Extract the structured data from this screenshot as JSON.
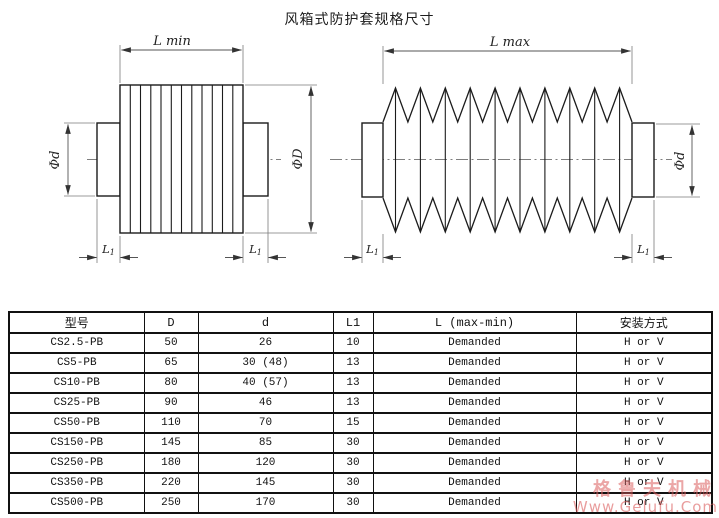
{
  "title": "风箱式防护套规格尺寸",
  "diagram": {
    "compressed": {
      "length_label": "L min",
      "inner_dia_label": "Φd",
      "outer_dia_label": "ΦD"
    },
    "extended": {
      "length_label": "L max",
      "inner_dia_label": "Φd"
    },
    "cuff_label": {
      "base": "L",
      "sub": "1"
    }
  },
  "table": {
    "headers": [
      "型号",
      "D",
      "d",
      "L1",
      "L (max-min)",
      "安装方式"
    ],
    "rows": [
      [
        "CS2.5-PB",
        "50",
        "26",
        "10",
        "Demanded",
        "H or V"
      ],
      [
        "CS5-PB",
        "65",
        "30 (48)",
        "13",
        "Demanded",
        "H or V"
      ],
      [
        "CS10-PB",
        "80",
        "40 (57)",
        "13",
        "Demanded",
        "H or V"
      ],
      [
        "CS25-PB",
        "90",
        "46",
        "13",
        "Demanded",
        "H or V"
      ],
      [
        "CS50-PB",
        "110",
        "70",
        "15",
        "Demanded",
        "H or V"
      ],
      [
        "CS150-PB",
        "145",
        "85",
        "30",
        "Demanded",
        "H or V"
      ],
      [
        "CS250-PB",
        "180",
        "120",
        "30",
        "Demanded",
        "H or V"
      ],
      [
        "CS350-PB",
        "220",
        "145",
        "30",
        "Demanded",
        "H or V"
      ],
      [
        "CS500-PB",
        "250",
        "170",
        "30",
        "Demanded",
        "H or V"
      ]
    ]
  },
  "watermark": {
    "brand": "格鲁夫机械",
    "url": "Www.Gelufu.Com",
    "color": "#db5c5c"
  }
}
